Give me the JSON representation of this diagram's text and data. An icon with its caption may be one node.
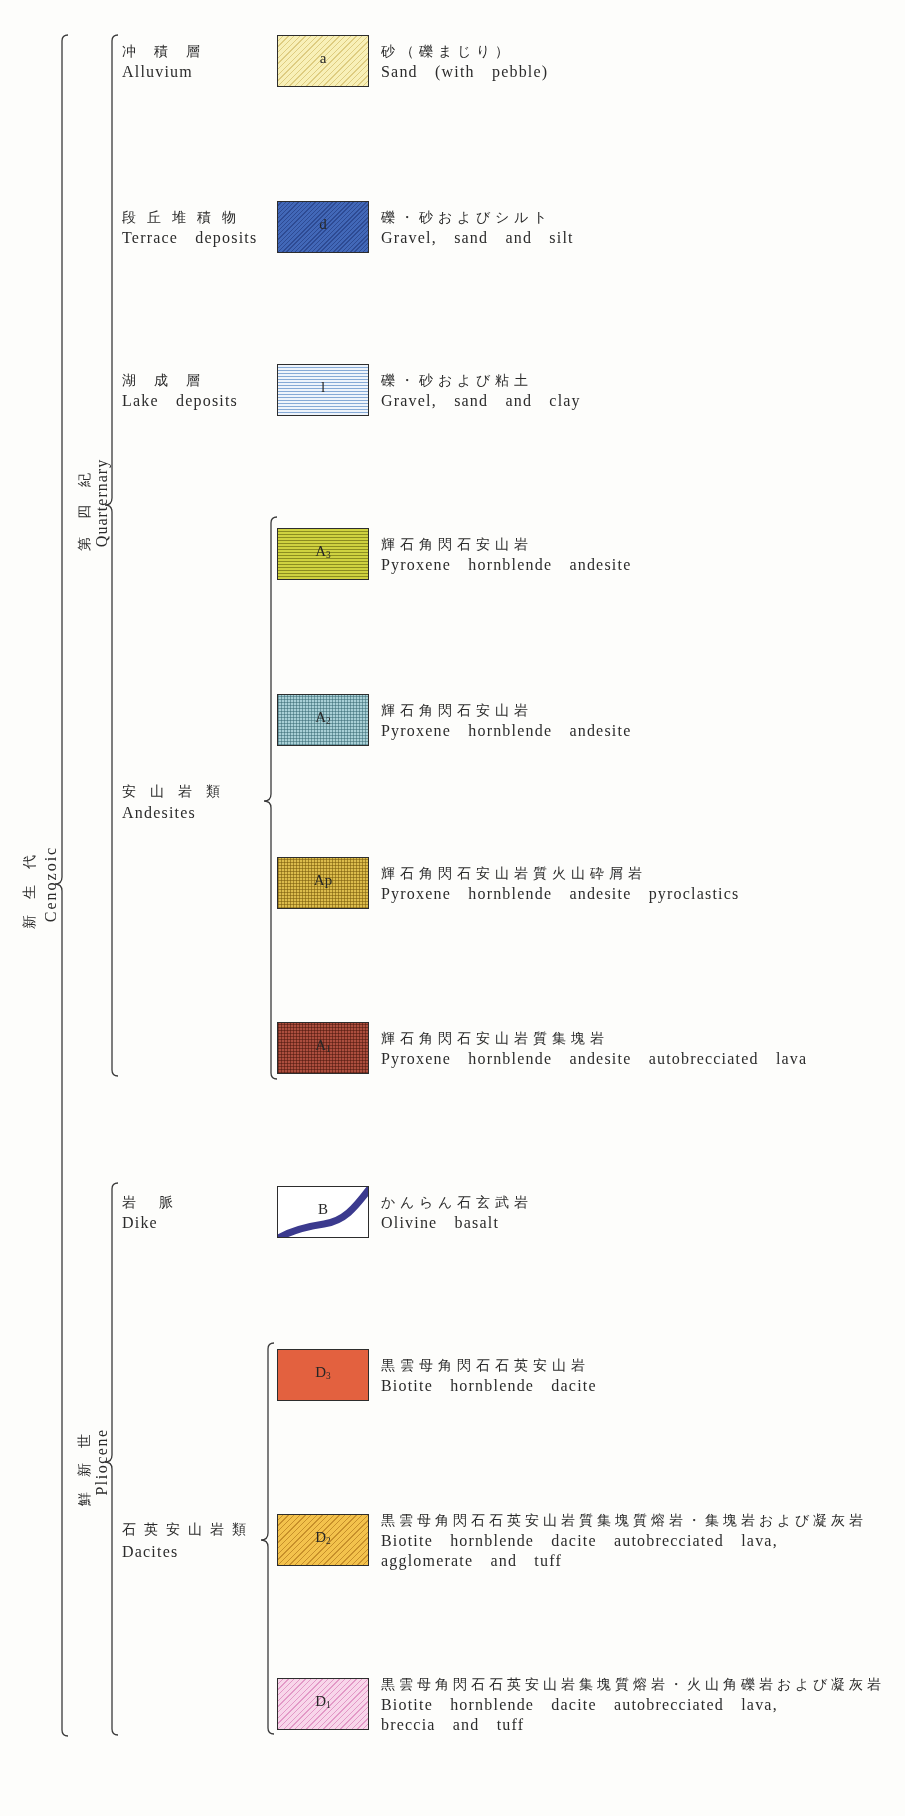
{
  "diagram": {
    "nodes": [
      {
        "text": [
          "a"
        ],
        "beside": [
          "冲積層",
          "Alluvium",
          "砂（礫まじり）",
          "Sand (with pebble)"
        ]
      },
      {
        "text": [
          "d"
        ],
        "beside": [
          "段丘堆積物",
          "Terrace deposits",
          "礫・砂およびシルト",
          "Gravel, sand and silt"
        ]
      },
      {
        "text": [
          "l"
        ],
        "beside": [
          "湖成層",
          "Lake deposits",
          "礫・砂および粘土",
          "Gravel, sand and clay"
        ]
      },
      {
        "text": [
          "A$_{3}$"
        ],
        "beside": [
          "輝石角閃石安山岩",
          "Pyroxene hornblende andesite"
        ]
      },
      {
        "text": [
          "A$_{2}$"
        ],
        "beside": [
          "輝石角閃石安山岩",
          "Pyroxene hornblende andesite"
        ]
      },
      {
        "text": [
          "Ap"
        ],
        "beside": [
          "輝石角閃石安山岩質火山砕屑岩",
          "Pyroxene hornblende andesite pyroclastics"
        ]
      },
      {
        "text": [
          "A$_{1}$"
        ],
        "beside": [
          "輝石角閃石安山岩質集塊岩",
          "Pyroxene hornblende andesite autobrecciated lava"
        ]
      },
      {
        "text": [
          "B"
        ],
        "beside": [
          "岩脈",
          "Dike",
          "かんらん石玄武岩",
          "Olivine basalt"
        ]
      },
      {
        "text": [
          "D$_{3}$"
        ],
        "beside": [
          "黒雲母角閃石石英安山岩",
          "Biotite hornblende dacite"
        ]
      },
      {
        "text": [
          "D$_{2}$"
        ],
        "beside": [
          "黒雲母角閃石石英安山岩質集塊質熔岩・集塊岩および凝灰岩",
          "Biotite hornblende dacite autobrecciated lava, agglomerate and tuff"
        ]
      },
      {
        "text": [
          "D$_{1}$"
        ],
        "beside": [
          "黒雲母角閃石石英安山岩集塊質熔岩・火山角礫岩および凝灰岩",
          "Biotite hornblende dacite autobrecciated lava, breccia and tuff"
        ]
      }
    ],
    "labels": [
      "新生代",
      "Cenozoic",
      "第四紀",
      "Quarternary",
      "鮮新世",
      "Pliocene",
      "安山岩類",
      "Andesites",
      "石英安山岩類",
      "Dacites"
    ]
  }
}
